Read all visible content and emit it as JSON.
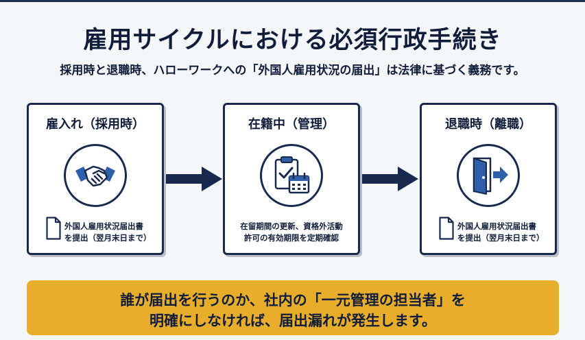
{
  "title": "雇用サイクルにおける必須行政手続き",
  "subtitle": "採用時と退職時、ハローワークへの「外国人雇用状況の届出」は法律に基づく義務です。",
  "stages": [
    {
      "title": "雇入れ（採用時）",
      "icon": "handshake-icon",
      "doc_icon": "document-icon",
      "line1": "外国人雇用状況届出書",
      "line2": "を提出（翌月末日まで）"
    },
    {
      "title": "在籍中（管理）",
      "icon": "clipboard-calendar-icon",
      "line1": "在留期間の更新、資格外活動",
      "line2": "許可の有効期限を定期確認"
    },
    {
      "title": "退職時（離職）",
      "icon": "exit-door-icon",
      "doc_icon": "document-icon",
      "line1": "外国人雇用状況届出書",
      "line2": "を提出（翌月末日まで）"
    }
  ],
  "banner": {
    "line1": "誰が届出を行うのか、社内の「一元管理の担当者」を",
    "line2": "明確にしなければ、届出漏れが発生します。"
  },
  "colors": {
    "navy": "#172a4e",
    "icon_blue": "#2e5fa8",
    "banner": "#e7ad2b",
    "background": "#f5f6f8"
  }
}
